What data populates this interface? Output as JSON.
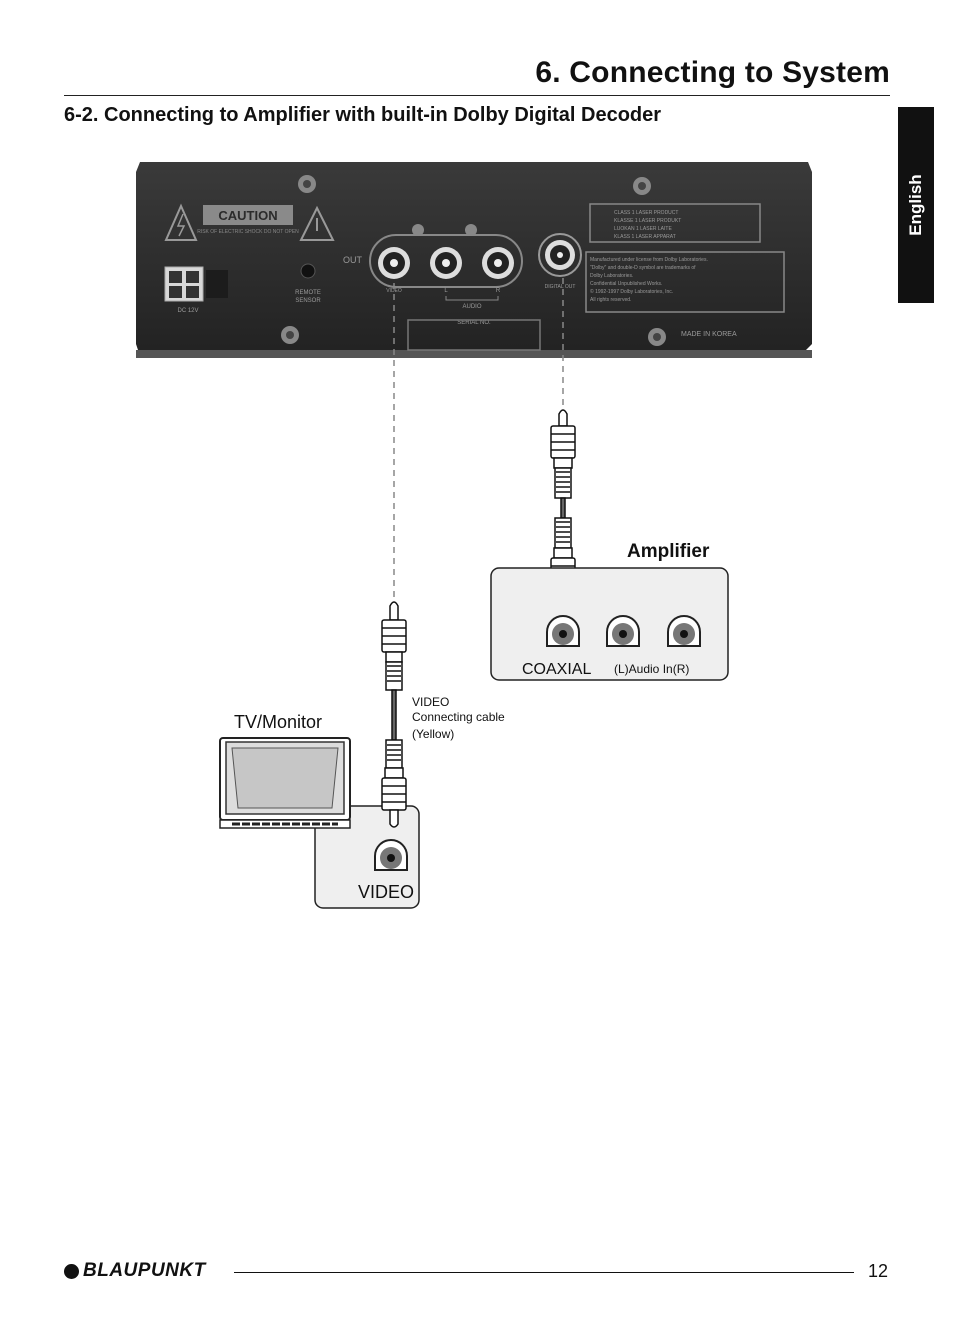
{
  "header": {
    "chapter_title": "6. Connecting to System",
    "section_title": "6-2. Connecting to Amplifier with built-in Dolby Digital Decoder",
    "language_tab": "English"
  },
  "player_panel": {
    "caution": "CAUTION",
    "caution_sub": "RISK OF ELECTRIC SHOCK DO NOT OPEN",
    "dc_label": "DC 12V",
    "remote_label_1": "REMOTE",
    "remote_label_2": "SENSOR",
    "out_label": "OUT",
    "video_label": "VIDEO",
    "audio_label": "AUDIO",
    "audio_l": "L",
    "audio_r": "R",
    "digital_label": "DIGITAL OUT",
    "serial_label": "SERIAL NO.",
    "laser_lines": [
      "CLASS 1 LASER PRODUCT",
      "KLASSE 1 LASER PRODUKT",
      "LUOKAN 1 LASER LAITE",
      "KLASS 1 LASER APPARAT"
    ],
    "dolby_lines": [
      "Manufactured under license from Dolby Laboratories.",
      "\"Dolby\" and double-D symbol are trademarks of",
      "Dolby Laboratories.",
      "Confidential Unpublished Works.",
      "© 1992-1997 Dolby Laboratories, Inc.",
      "All rights reserved."
    ],
    "made_in": "MADE IN KOREA"
  },
  "amplifier": {
    "title": "Amplifier",
    "coaxial": "COAXIAL",
    "audio_in": "(L)Audio In(R)"
  },
  "cable": {
    "line1": "VIDEO",
    "line2": "Connecting cable",
    "line3": "(Yellow)"
  },
  "tv": {
    "title": "TV/Monitor",
    "video": "VIDEO"
  },
  "footer": {
    "brand": "BLAUPUNKT",
    "page_number": "12"
  },
  "colors": {
    "panel": "#2b2b2b",
    "panel_text": "#9a9a9a",
    "box_fill": "#efefef",
    "accent_black": "#111111"
  }
}
